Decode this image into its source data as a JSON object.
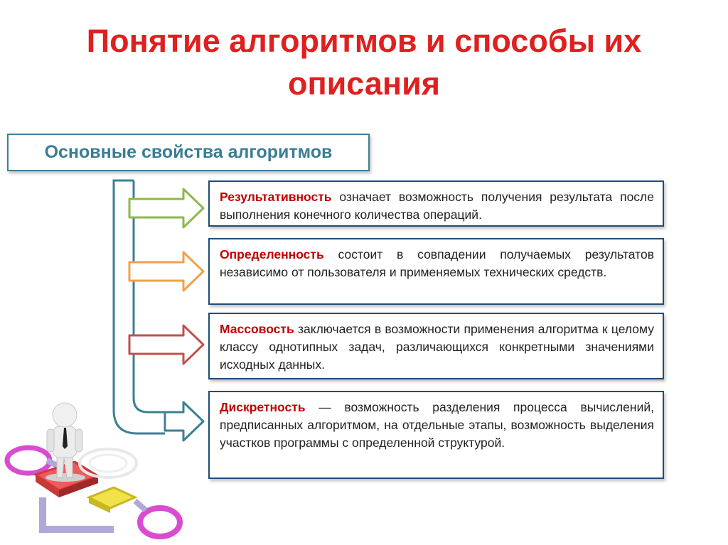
{
  "title": {
    "line1": "Понятие алгоритмов и способы их",
    "line2": "описания"
  },
  "header": {
    "label": "Основные свойства алгоритмов"
  },
  "properties": [
    {
      "term": "Результативность",
      "text": " означает возможность получения результата после выполнения конечного количества операций.",
      "arrow_color": "#8db84a"
    },
    {
      "term": "Определенность",
      "text": " состоит в совпадении получаемых результатов независимо от пользователя и применяемых технических средств.",
      "arrow_color": "#f0a04b"
    },
    {
      "term": "Массовость",
      "text": " заключается в возможности применения алгоритма к целому классу однотипных задач, различающихся конкретными значениями исходных данных.",
      "arrow_color": "#c0504d"
    },
    {
      "term": "Дискретность",
      "text": " — возможность разделения процесса вычислений, предписанных алгоритмом, на отдельные этапы, возможность выделения участков программы с определенной структурой.",
      "arrow_color": "#3e7f93"
    }
  ],
  "colors": {
    "title": "#e02020",
    "header_text": "#3a7d94",
    "term": "#c00000",
    "card_border": "#1f4e79",
    "bracket": "#3e7f93"
  }
}
